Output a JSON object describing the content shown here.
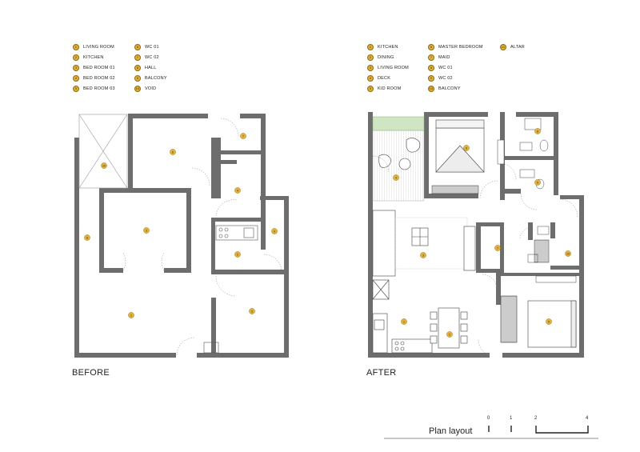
{
  "before": {
    "caption": "BEFORE",
    "legend_left": [
      {
        "n": "1",
        "label": "LIVING ROOM"
      },
      {
        "n": "2",
        "label": "KITCHEN"
      },
      {
        "n": "3",
        "label": "BED ROOM 01"
      },
      {
        "n": "4",
        "label": "BED ROOM 02"
      },
      {
        "n": "5",
        "label": "BED ROOM 03"
      }
    ],
    "legend_right": [
      {
        "n": "6",
        "label": "WC 01"
      },
      {
        "n": "7",
        "label": "WC 02"
      },
      {
        "n": "8",
        "label": "HALL"
      },
      {
        "n": "9",
        "label": "BALCONY"
      },
      {
        "n": "10",
        "label": "VOID"
      }
    ]
  },
  "after": {
    "caption": "AFTER",
    "legend_col1": [
      {
        "n": "1",
        "label": "KITCHEN"
      },
      {
        "n": "2",
        "label": "DINING"
      },
      {
        "n": "3",
        "label": "LIVING ROOM"
      },
      {
        "n": "4",
        "label": "DECK"
      },
      {
        "n": "5",
        "label": "KID ROOM"
      }
    ],
    "legend_col2": [
      {
        "n": "6",
        "label": "MASTER BEDROOM"
      },
      {
        "n": "7",
        "label": "MAID"
      },
      {
        "n": "8",
        "label": "WC 01"
      },
      {
        "n": "9",
        "label": "WC 02"
      },
      {
        "n": "10",
        "label": "BALCONY"
      }
    ],
    "legend_col3": [
      {
        "n": "11",
        "label": "ALTAR"
      }
    ]
  },
  "scale": {
    "title": "Plan layout",
    "ticks": [
      "0",
      "1",
      "2",
      "4"
    ]
  },
  "colors": {
    "wall": "#6d6d6d",
    "marker": "#e3b23c",
    "deck_green": "#cfe5c3"
  }
}
